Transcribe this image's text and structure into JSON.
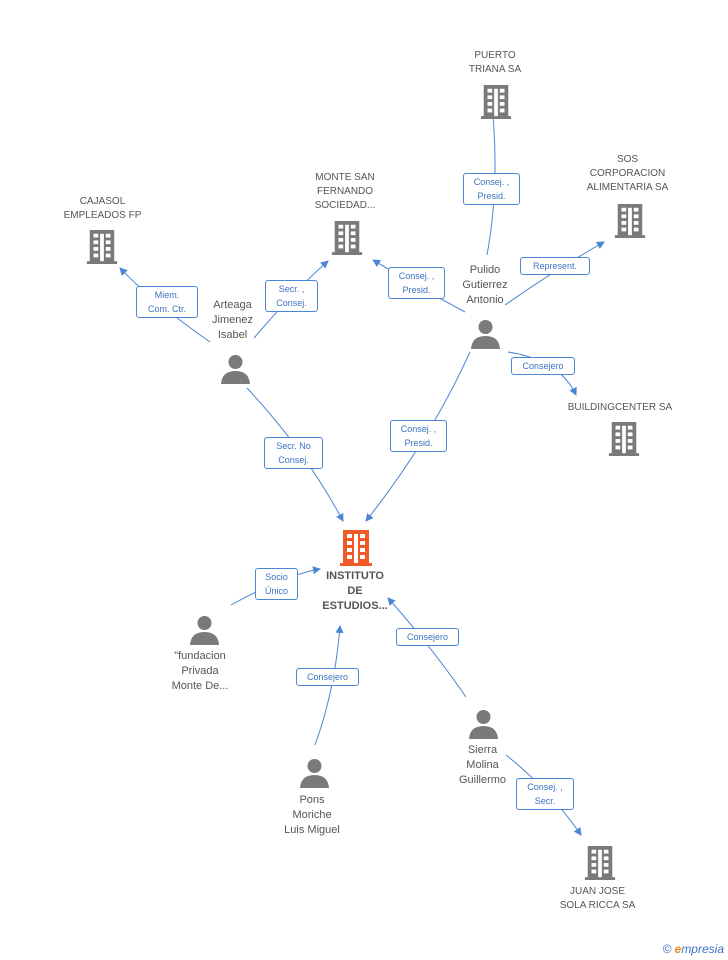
{
  "colors": {
    "edge": "#4a86d4",
    "company": "#7a7a7a",
    "company_center": "#f05a28",
    "person": "#7a7a7a"
  },
  "center": {
    "label": "INSTITUTO\nDE\nESTUDIOS...",
    "icon": "building-icon"
  },
  "companies": {
    "puerto": "PUERTO\nTRIANA SA",
    "sos": "SOS\nCORPORACION\nALIMENTARIA SA",
    "cajasol": "CAJASOL\nEMPLEADOS FP",
    "monte": "MONTE SAN\nFERNANDO\nSOCIEDAD...",
    "building": "BUILDINGCENTER SA",
    "juan": "JUAN JOSE\nSOLA RICCA SA"
  },
  "persons": {
    "pulido": "Pulido\nGutierrez\nAntonio",
    "arteaga": "Arteaga\nJimenez\nIsabel",
    "fundacion": "\"fundacion\nPrivada\nMonte De...",
    "pons": "Pons\nMoriche\nLuis Miguel",
    "sierra": "Sierra\nMolina\nGuillermo"
  },
  "edge_labels": {
    "pulido_puerto": "Consej. ,\nPresid.",
    "pulido_sos": "Represent.",
    "pulido_monte": "Consej. ,\nPresid.",
    "pulido_building": "Consejero",
    "pulido_center": "Consej. ,\nPresid.",
    "arteaga_cajasol": "Miem.\nCom. Ctr.",
    "arteaga_monte": "Secr. ,\nConsej.",
    "arteaga_center": "Secr. No\nConsej.",
    "fundacion_center": "Socio\nÚnico",
    "pons_center": "Consejero",
    "sierra_center": "Consejero",
    "sierra_juan": "Consej. ,\nSecr."
  },
  "brand": {
    "copyright": "©",
    "initial": "e",
    "rest": "mpresia"
  }
}
